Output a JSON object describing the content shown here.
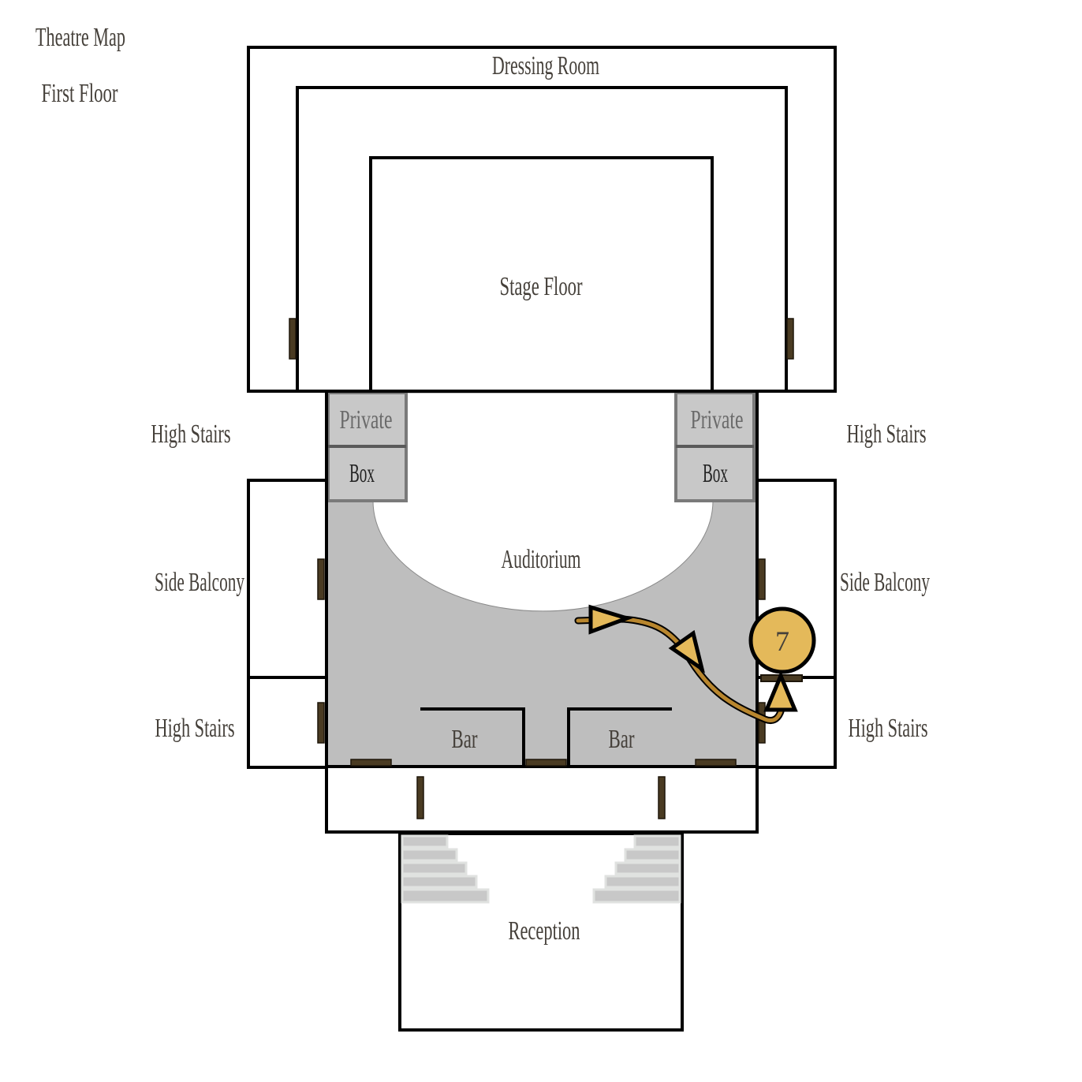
{
  "title": "Theatre Map",
  "floor": "First Floor",
  "rooms": {
    "dressing_room": "Dressing Room",
    "stage_floor": "Stage Floor",
    "private_left": "Private",
    "box_left": "Box",
    "private_right": "Private",
    "box_right": "Box",
    "auditorium": "Auditorium",
    "high_stairs_top_left": "High Stairs",
    "high_stairs_top_right": "High Stairs",
    "side_balcony_left": "Side Balcony",
    "side_balcony_right": "Side Balcony",
    "high_stairs_bottom_left": "High Stairs",
    "high_stairs_bottom_right": "High Stairs",
    "bar_left": "Bar",
    "bar_right": "Bar",
    "reception": "Reception"
  },
  "marker": {
    "number": "7",
    "color": "#e4b95a",
    "path_color": "#b8862e"
  }
}
